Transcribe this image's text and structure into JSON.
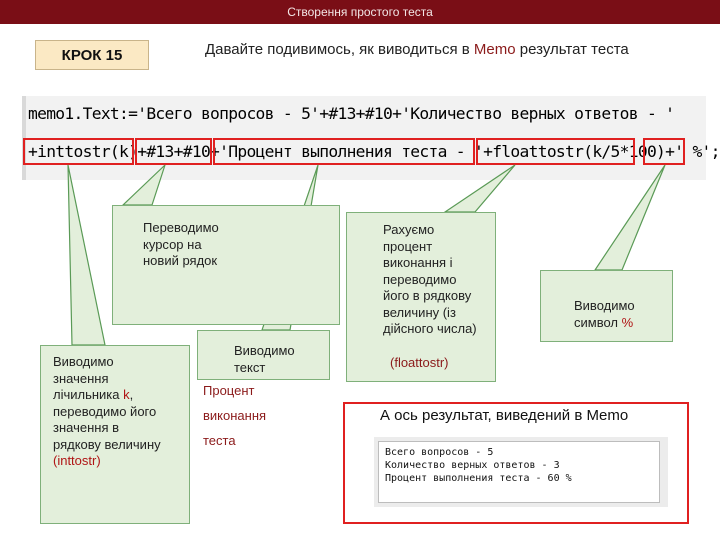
{
  "window": {
    "title": "Створення простого теста"
  },
  "step": {
    "label": "КРОК 15"
  },
  "headline": {
    "prefix": "Давайте подивимось, як виводиться в ",
    "accent": "Memo",
    "suffix": " результат теста"
  },
  "code": {
    "line1": "memo1.Text:='Всего вопросов - 5'+#13+#10+'Количество верных ответов - '",
    "line2": "+inttostr(k)+#13+#10+'Процент выполнения теста - '+floattostr(k/5*100)+' %';"
  },
  "callouts": {
    "cursor": [
      "Переводимо",
      "курсор на",
      "новий рядок"
    ],
    "percent": [
      "Рахуємо",
      "процент",
      "виконання і",
      "переводимо",
      "його в рядкову",
      "величину (із",
      "дійсного числа)"
    ],
    "symbol": [
      "Виводимо",
      "символ "
    ],
    "symbol_accent": "%",
    "counter": [
      "Виводимо",
      "значення",
      "лічильника "
    ],
    "counter_k": "k",
    "counter_rest": [
      ",",
      "переводимо його",
      "значення в",
      "рядкову величину"
    ],
    "counter_func": "(inttostr)",
    "text": [
      "Виводимо",
      "текст"
    ],
    "text_words": [
      "Процент",
      "виконання",
      "теста"
    ],
    "floattostr": "(floattostr)"
  },
  "result": {
    "title": "А ось результат, виведений в Memo",
    "memo_lines": [
      "Всего вопросов - 5",
      "Количество верных ответов - 3",
      "Процент выполнения теста - 60 %"
    ]
  },
  "colors": {
    "topbar": "#7a0e16",
    "highlight": "#e02020",
    "callout_bg": "#e3efdb",
    "step_bg": "#fbe9c4"
  }
}
